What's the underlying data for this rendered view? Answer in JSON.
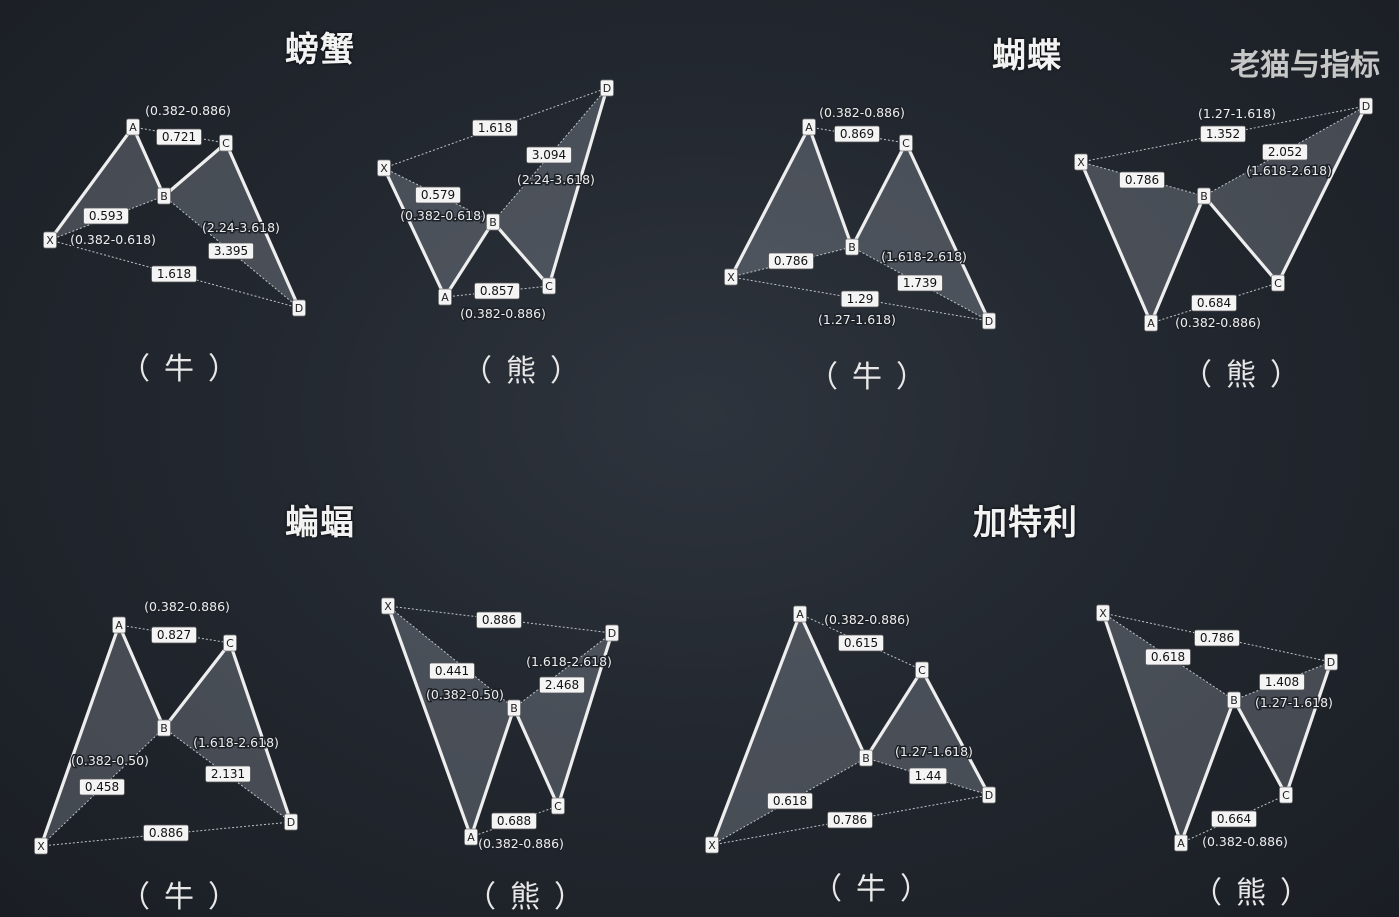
{
  "watermark": "老猫与指标",
  "sections": {
    "crab": "螃蟹",
    "butterfly": "蝴蝶",
    "bat": "蝙蝠",
    "gartley": "加特利"
  },
  "captions": {
    "bull": "（牛）",
    "bear": "（熊）"
  },
  "point_labels": [
    "X",
    "A",
    "B",
    "C",
    "D"
  ],
  "patterns": [
    {
      "id": "crab-bull",
      "kind": "bull",
      "ratios": [
        "0.721",
        "0.593",
        "3.395",
        "1.618"
      ],
      "ranges": [
        "(0.382-0.886)",
        "(0.382-0.618)",
        "(2.24-3.618)"
      ]
    },
    {
      "id": "crab-bear",
      "kind": "bear",
      "ratios": [
        "1.618",
        "3.094",
        "0.579",
        "0.857"
      ],
      "ranges": [
        "(2.24-3.618)",
        "(0.382-0.618)",
        "(0.382-0.886)"
      ]
    },
    {
      "id": "butterfly-bull",
      "kind": "bull",
      "ratios": [
        "0.869",
        "0.786",
        "1.739",
        "1.29"
      ],
      "ranges": [
        "(0.382-0.886)",
        "(1.618-2.618)",
        "(1.27-1.618)"
      ]
    },
    {
      "id": "butterfly-bear",
      "kind": "bear",
      "ratios": [
        "1.352",
        "2.052",
        "0.786",
        "0.684"
      ],
      "ranges": [
        "(1.27-1.618)",
        "(1.618-2.618)",
        "(0.382-0.886)"
      ]
    },
    {
      "id": "bat-bull",
      "kind": "bull",
      "ratios": [
        "0.827",
        "0.458",
        "2.131",
        "0.886"
      ],
      "ranges": [
        "(0.382-0.886)",
        "(0.382-0.50)",
        "(1.618-2.618)"
      ]
    },
    {
      "id": "bat-bear",
      "kind": "bear",
      "ratios": [
        "0.886",
        "0.441",
        "2.468",
        "0.688"
      ],
      "ranges": [
        "(0.382-0.50)",
        "(1.618-2.618)",
        "(0.382-0.886)"
      ]
    },
    {
      "id": "gartley-bull",
      "kind": "bull",
      "ratios": [
        "0.615",
        "0.618",
        "1.44",
        "0.786"
      ],
      "ranges": [
        "(0.382-0.886)",
        "(1.27-1.618)"
      ]
    },
    {
      "id": "gartley-bear",
      "kind": "bear",
      "ratios": [
        "0.786",
        "0.618",
        "1.408",
        "0.664"
      ],
      "ranges": [
        "(1.27-1.618)",
        "(0.382-0.886)"
      ]
    }
  ]
}
